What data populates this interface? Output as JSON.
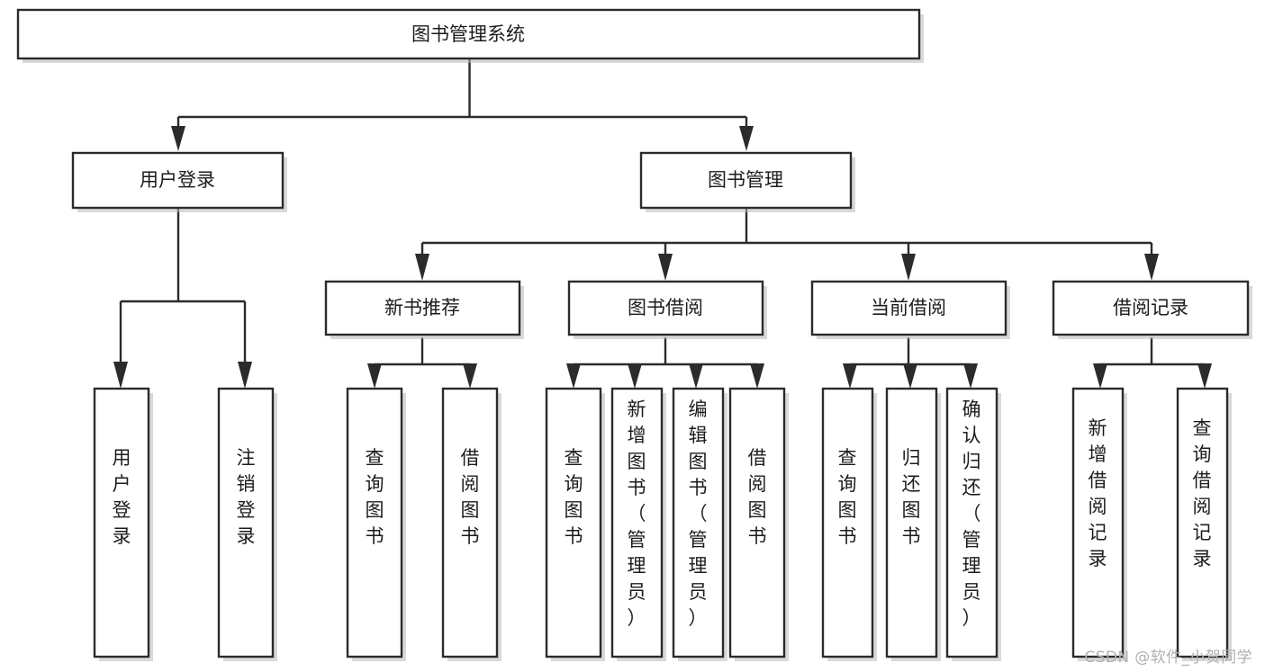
{
  "diagram": {
    "type": "tree-hierarchy-flowchart",
    "orientation": "top-down",
    "colors": {
      "box_fill": "#ffffff",
      "box_stroke": "#2b2b2b",
      "connector": "#2b2b2b",
      "text": "#1c1c1c",
      "watermark": "#b0b0b0"
    },
    "root": {
      "label": "图书管理系统"
    },
    "level2": [
      {
        "label": "用户登录"
      },
      {
        "label": "图书管理"
      }
    ],
    "level3": [
      {
        "label": "新书推荐"
      },
      {
        "label": "图书借阅"
      },
      {
        "label": "当前借阅"
      },
      {
        "label": "借阅记录"
      }
    ],
    "leaves": {
      "user_login": [
        {
          "label": "用户登录"
        },
        {
          "label": "注销登录"
        }
      ],
      "new_book_recommend": [
        {
          "label": "查询图书"
        },
        {
          "label": "借阅图书"
        }
      ],
      "book_borrow": [
        {
          "label": "查询图书"
        },
        {
          "label": "新增图书（管理员）"
        },
        {
          "label": "编辑图书（管理员）"
        },
        {
          "label": "借阅图书"
        }
      ],
      "current_borrow": [
        {
          "label": "查询图书"
        },
        {
          "label": "归还图书"
        },
        {
          "label": "确认归还（管理员）"
        }
      ],
      "borrow_record": [
        {
          "label": "新增借阅记录"
        },
        {
          "label": "查询借阅记录"
        }
      ]
    }
  },
  "watermark": {
    "text": "CSDN @软件_小贺同学"
  }
}
